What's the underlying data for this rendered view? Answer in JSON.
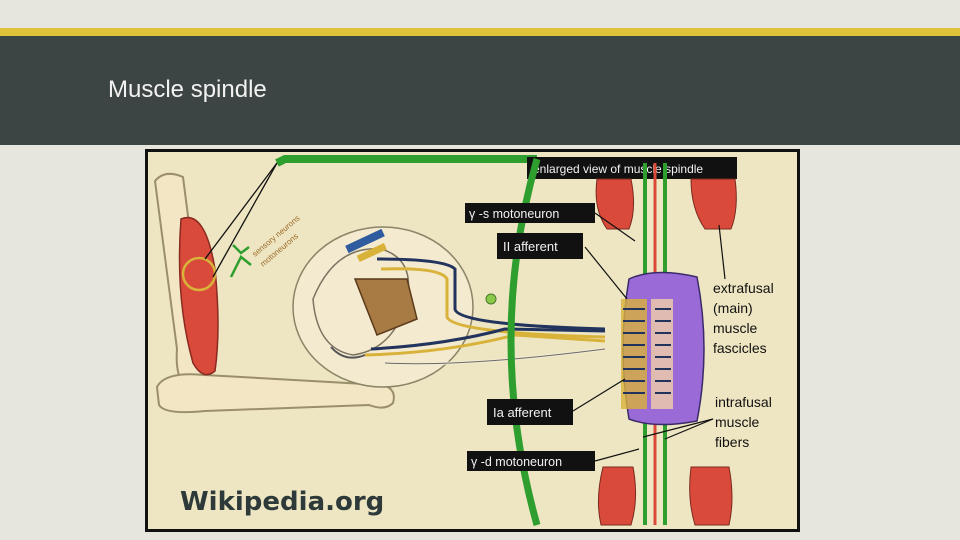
{
  "slide": {
    "title": "Muscle spindle",
    "credit": "Wikipedia.org"
  },
  "figure": {
    "labels": {
      "enlarged_view": "enlarged view of muscle spindle",
      "gamma_s": "γ -s motoneuron",
      "ii_afferent": "II afferent",
      "ia_afferent": "Ia afferent",
      "gamma_d": "γ -d motoneuron",
      "extrafusal": [
        "extrafusal",
        "(main)",
        "muscle",
        "fascicles"
      ],
      "intrafusal": [
        "intrafusal",
        "muscle",
        "fibers"
      ],
      "inset_1": "sensory neurons",
      "inset_2": "motoneurons"
    },
    "colors": {
      "panel_bg": "#eee6c2",
      "muscle_red": "#d94a3a",
      "green": "#2e9e2e",
      "intrafusal_purple": "#9a6ad6",
      "bone": "#f2e6c4",
      "nerve_blue": "#22335e"
    }
  }
}
